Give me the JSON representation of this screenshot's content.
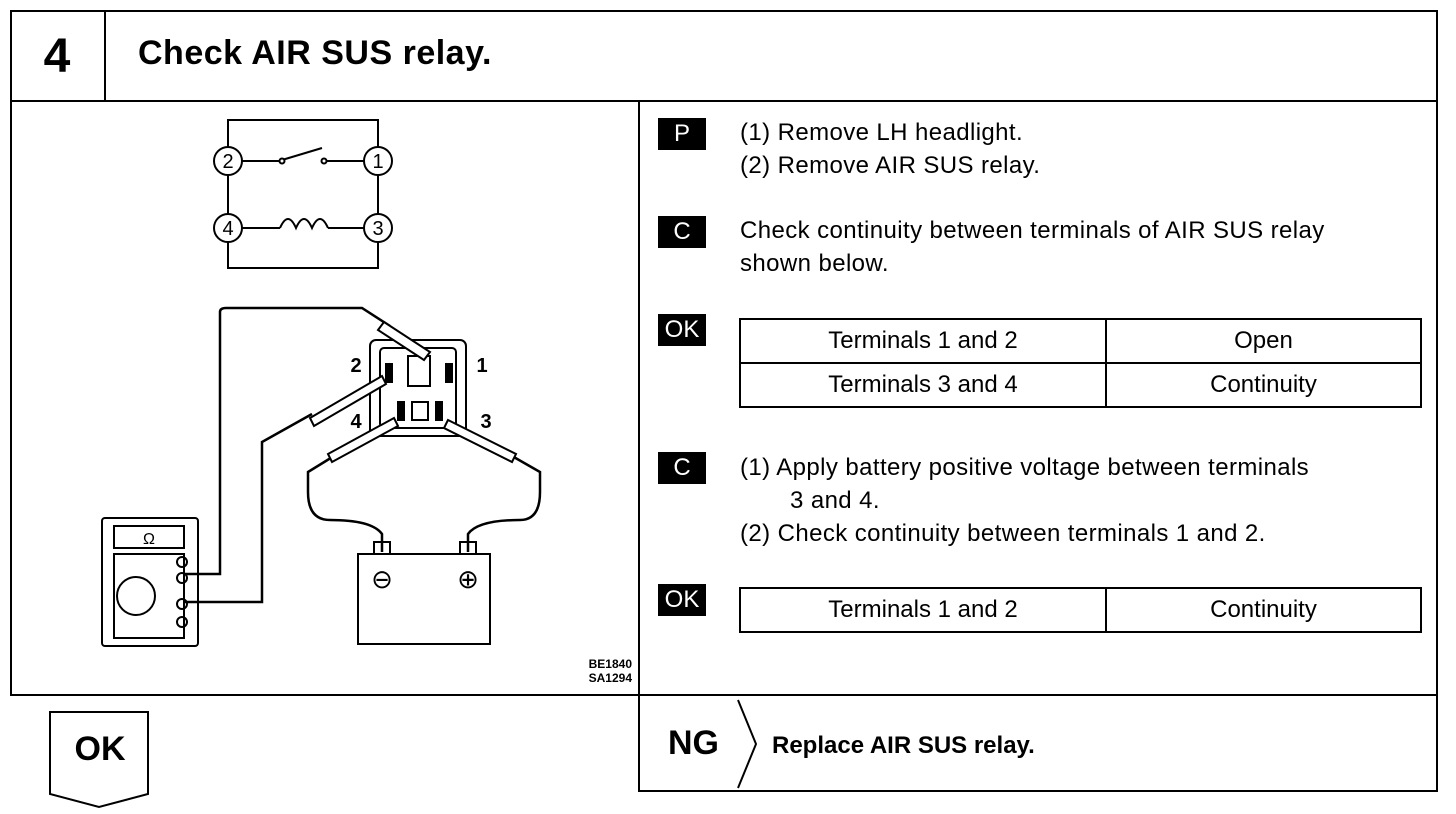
{
  "step": {
    "number": "4",
    "title": "Check AIR SUS relay."
  },
  "diagram": {
    "schematic_terminals": [
      "2",
      "1",
      "4",
      "3"
    ],
    "relay_terminals": [
      "2",
      "1",
      "4",
      "3"
    ],
    "ohmmeter_symbol": "Ω",
    "battery_minus": "⊖",
    "battery_plus": "⊕",
    "codes": [
      "BE1840",
      "SA1294"
    ]
  },
  "prep": {
    "tag": "P",
    "lines": [
      "(1) Remove LH headlight.",
      "(2) Remove AIR SUS relay."
    ]
  },
  "check1": {
    "tag": "C",
    "lines": [
      "Check continuity between terminals of AIR SUS relay",
      "shown below."
    ]
  },
  "ok1": {
    "tag": "OK",
    "rows": [
      {
        "terminals": "Terminals 1 and 2",
        "result": "Open"
      },
      {
        "terminals": "Terminals 3 and 4",
        "result": "Continuity"
      }
    ]
  },
  "check2": {
    "tag": "C",
    "line1": "(1) Apply battery positive voltage between terminals",
    "line1b": "3 and 4.",
    "line2": "(2) Check continuity between terminals 1 and 2."
  },
  "ok2": {
    "tag": "OK",
    "rows": [
      {
        "terminals": "Terminals 1 and 2",
        "result": "Continuity"
      }
    ]
  },
  "ok_flow": {
    "label": "OK"
  },
  "ng_flow": {
    "label": "NG",
    "action": "Replace AIR SUS relay."
  }
}
